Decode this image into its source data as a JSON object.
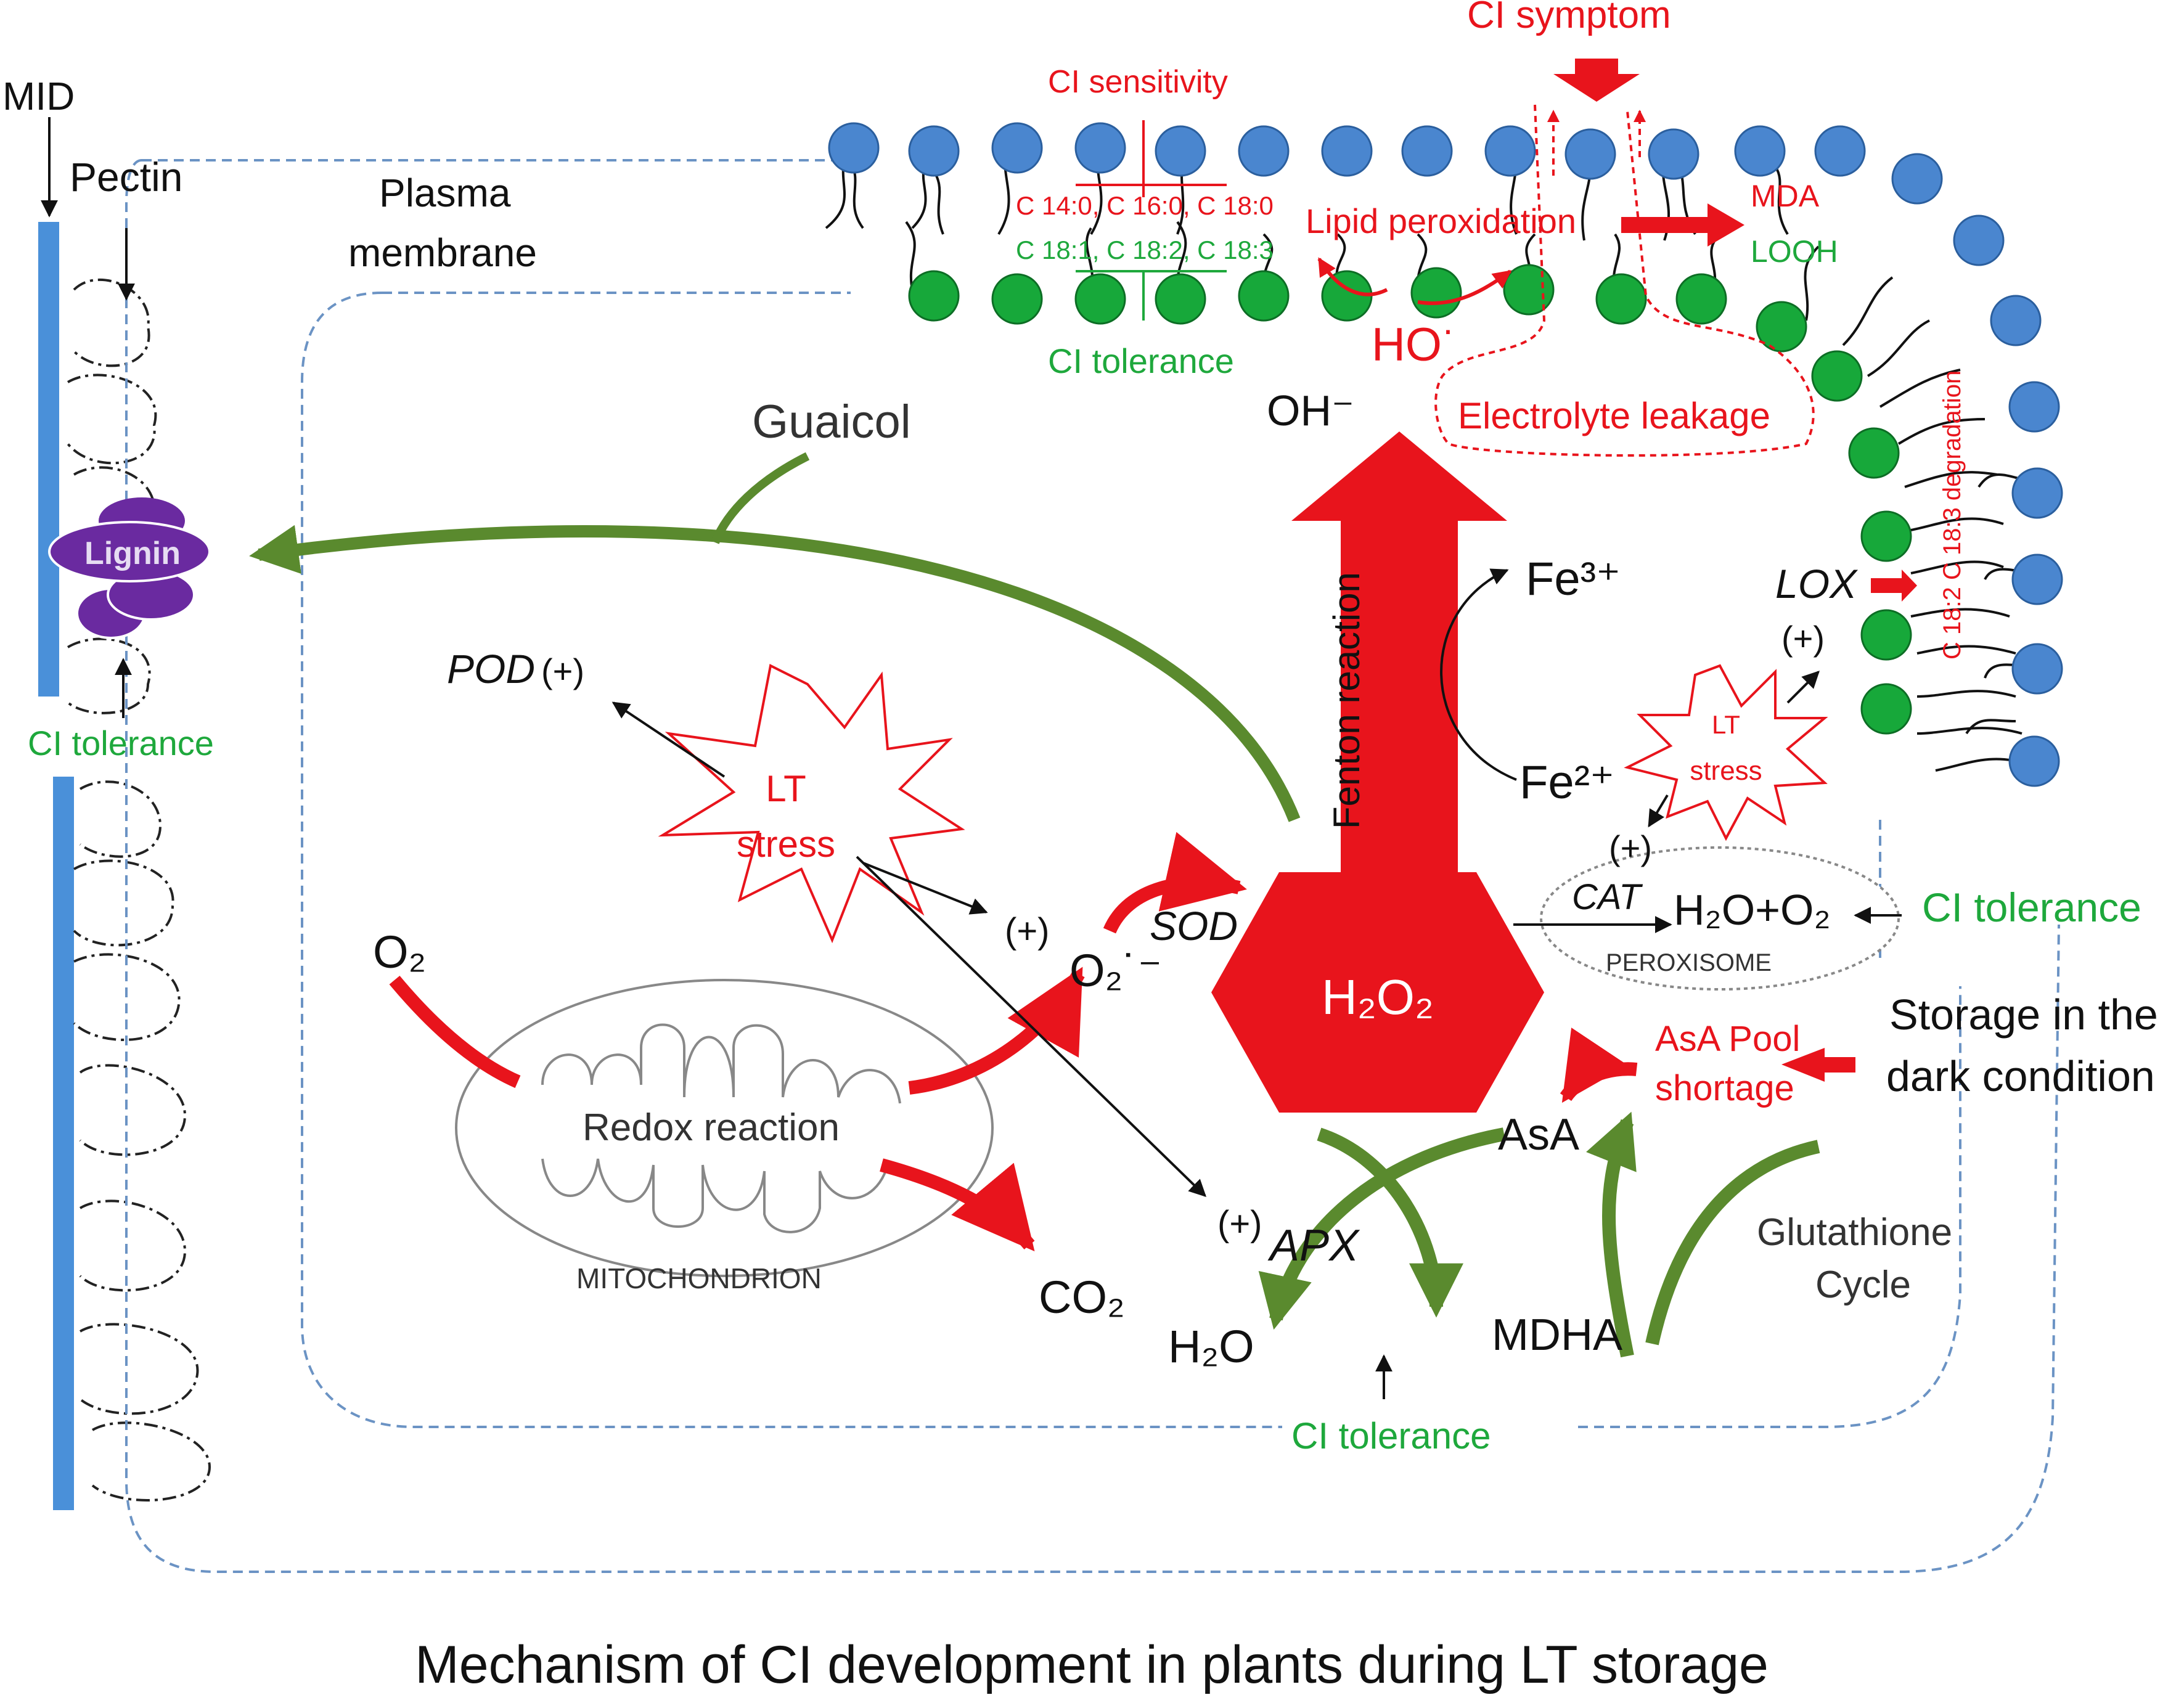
{
  "labels": {
    "mid": "MID",
    "pectin": "Pectin",
    "plasma_line1": "Plasma",
    "plasma_line2": "membrane",
    "lignin": "Lignin",
    "ci_tol_wall": "CI tolerance",
    "ci_sensitivity": "CI sensitivity",
    "sat_fatty": "C 14:0, C 16:0, C 18:0",
    "unsat_fatty": "C 18:1, C 18:2, C 18:3",
    "ci_tol_membrane": "CI tolerance",
    "ci_symptom": "CI symptom",
    "lipid_peroxidation": "Lipid peroxidation",
    "mda": "MDA",
    "looh": "LOOH",
    "ho": "HO",
    "ho_dot": "·",
    "electrolyte_leakage": "Electrolyte leakage",
    "oh_minus": "OH⁻",
    "guaicol": "Guaicol",
    "pod": "POD",
    "pod_plus": "(+)",
    "lt_stress_big_1": "LT",
    "lt_stress_big_2": "stress",
    "plus_o2": "(+)",
    "o2_superoxide": "O₂˙⁻",
    "sod": "SOD",
    "fenton": "Fenton reaction",
    "fe3": "Fe³⁺",
    "fe2": "Fe²⁺",
    "lox": "LOX",
    "lox_plus": "(+)",
    "lt_stress_small_1": "LT",
    "lt_stress_small_2": "stress",
    "cat_plus": "(+)",
    "cat": "CAT",
    "h2o_o2": "H₂O+O₂",
    "peroxisome": "PEROXISOME",
    "ci_tol_peroxisome": "CI tolerance",
    "degradation": "C 18:2 C 18:3 degradation",
    "o2": "O₂",
    "redox": "Redox reaction",
    "mitochondrion": "MITOCHONDRION",
    "co2": "CO₂",
    "h2o2": "H₂O₂",
    "storage_line1": "Storage in the",
    "storage_line2": "dark condition",
    "asa_pool_1": "AsA Pool",
    "asa_pool_2": "shortage",
    "asa": "AsA",
    "apx_plus": "(+)",
    "apx": "APX",
    "h2o": "H₂O",
    "mdha": "MDHA",
    "glut_1": "Glutathione",
    "glut_2": "Cycle",
    "ci_tol_bottom": "CI tolerance",
    "caption": "Mechanism of CI development in plants during LT storage"
  },
  "colors": {
    "red": "#e8141c",
    "green": "#1ea83c",
    "olive_green": "#5a8a2e",
    "lipid_blue": "#4a86cf",
    "lipid_green": "#17a83a",
    "cell_wall": "#4a90d9",
    "lignin": "#6a2aa0",
    "dashed_membrane": "#6b93c4"
  }
}
